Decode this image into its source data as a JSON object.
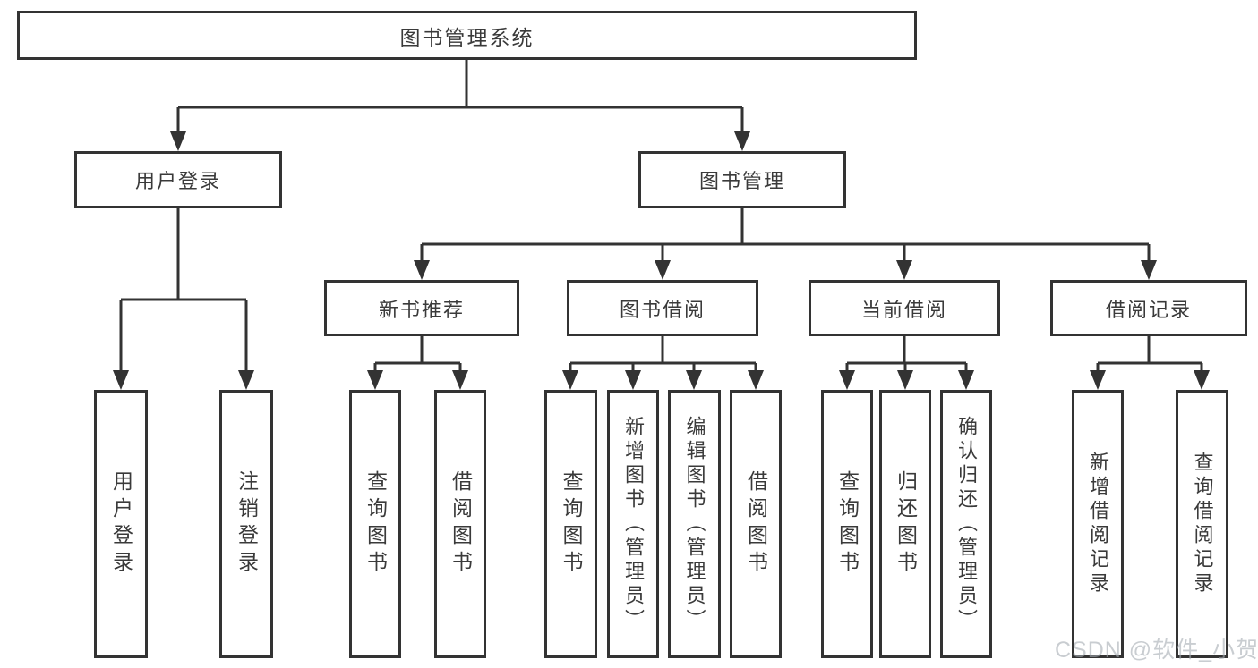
{
  "diagram": {
    "tree": {
      "label": "图书管理系统",
      "children": [
        {
          "label": "用户登录",
          "children": [
            {
              "label": "用户登录"
            },
            {
              "label": "注销登录"
            }
          ]
        },
        {
          "label": "图书管理",
          "children": [
            {
              "label": "新书推荐",
              "children": [
                {
                  "label": "查询图书"
                },
                {
                  "label": "借阅图书"
                }
              ]
            },
            {
              "label": "图书借阅",
              "children": [
                {
                  "label": "查询图书"
                },
                {
                  "label": "新增图书（管理员）"
                },
                {
                  "label": "编辑图书（管理员）"
                },
                {
                  "label": "借阅图书"
                }
              ]
            },
            {
              "label": "当前借阅",
              "children": [
                {
                  "label": "查询图书"
                },
                {
                  "label": "归还图书"
                },
                {
                  "label": "确认归还（管理员）"
                }
              ]
            },
            {
              "label": "借阅记录",
              "children": [
                {
                  "label": "新增借阅记录"
                },
                {
                  "label": "查询借阅记录"
                }
              ]
            }
          ]
        }
      ]
    },
    "colors": {
      "line": "#333333",
      "box_border": "#333333",
      "box_fill": "#ffffff",
      "text": "#3a3a3a",
      "watermark": "#a5acb2"
    }
  },
  "watermark": "CSDN @软件_小贺同学"
}
